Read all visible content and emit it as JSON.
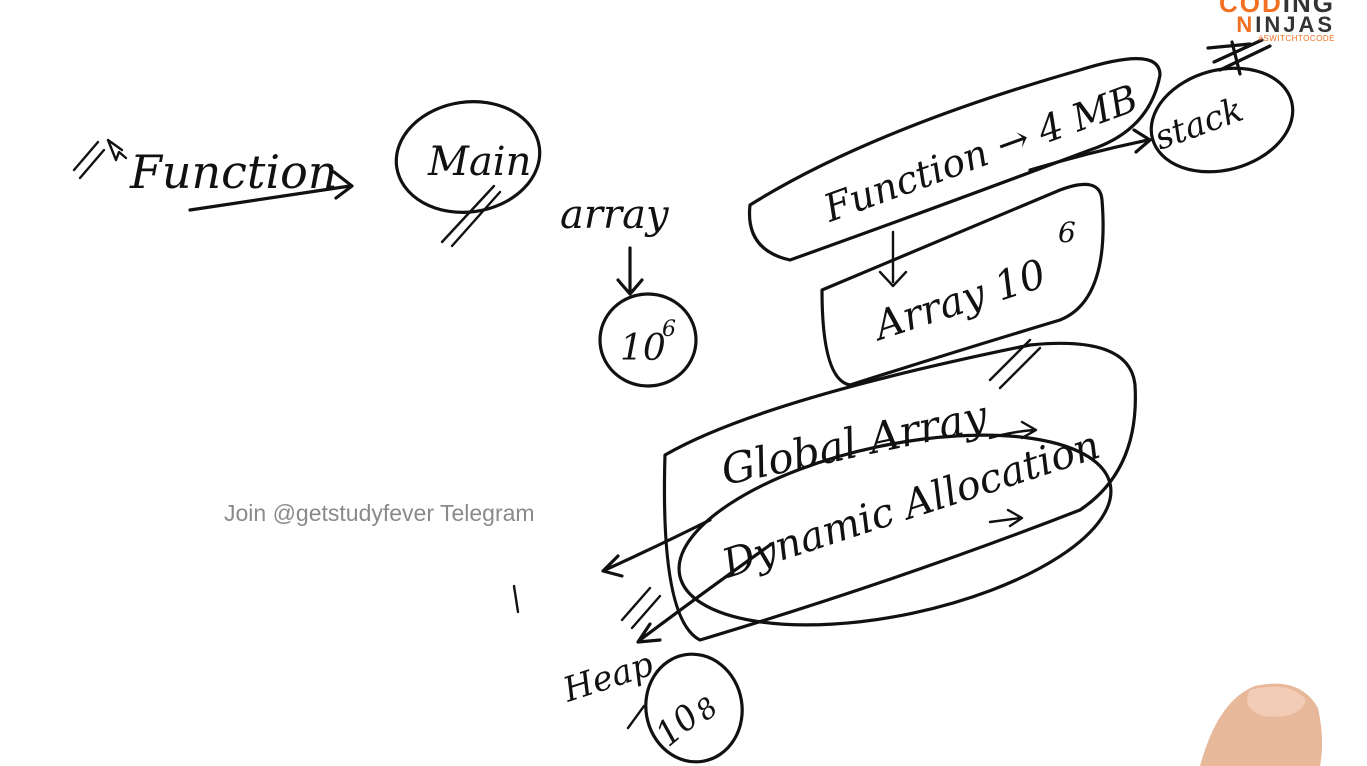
{
  "board": {
    "labels": {
      "function": "Function",
      "main": "Main",
      "array": "array",
      "array_size": "10",
      "array_exp": "6",
      "function_stack": "Function → 4 MB",
      "stack": "stack",
      "array_box": "Array 10",
      "array_box_exp": "6",
      "global_array": "Global Array",
      "dynamic_allocation": "Dynamic Allocation",
      "heap": "Heap",
      "heap_size": "10",
      "heap_exp": "8"
    }
  },
  "watermark": {
    "text": "Join @getstudyfever Telegram"
  },
  "logo": {
    "line1_a": "COD",
    "line1_b": "I",
    "line1_c": "NG",
    "line2_a": "N",
    "line2_b": "INJAS",
    "tagline": "#SWITCHTOCODE",
    "accent": "#f37021"
  }
}
